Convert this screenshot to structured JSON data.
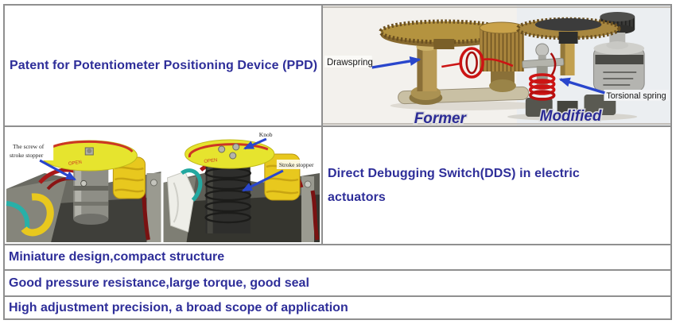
{
  "colors": {
    "heading_text": "#2e2e99",
    "table_border": "#8f8f8f",
    "arrow_blue": "#2946cc",
    "caption_blue": "#2b2b96",
    "spring_red": "#cc1414",
    "disc_yellow": "#e6e42e"
  },
  "table": {
    "ppd": {
      "title": "Patent for Potentiometer Positioning Device (PPD)"
    },
    "dds": {
      "title": "Direct Debugging Switch(DDS) in electric actuators"
    },
    "features": [
      {
        "text": "Miniature design,compact structure"
      },
      {
        "text": "Good pressure resistance,large torque, good seal"
      },
      {
        "text": "High adjustment precision, a broad scope of application"
      }
    ]
  },
  "figures": {
    "ppd_photo": {
      "labels": {
        "drawspring": "Drawspring",
        "torsional_spring": "Torsional spring",
        "former": "Former",
        "modified": "Modified"
      }
    },
    "dds_photo": {
      "labels": {
        "screw_line1": "The screw of",
        "screw_line2": "stroke stopper",
        "knob": "Knob",
        "stroke_stopper": "Stroke stopper",
        "disc_marking": "OPEN"
      }
    }
  }
}
